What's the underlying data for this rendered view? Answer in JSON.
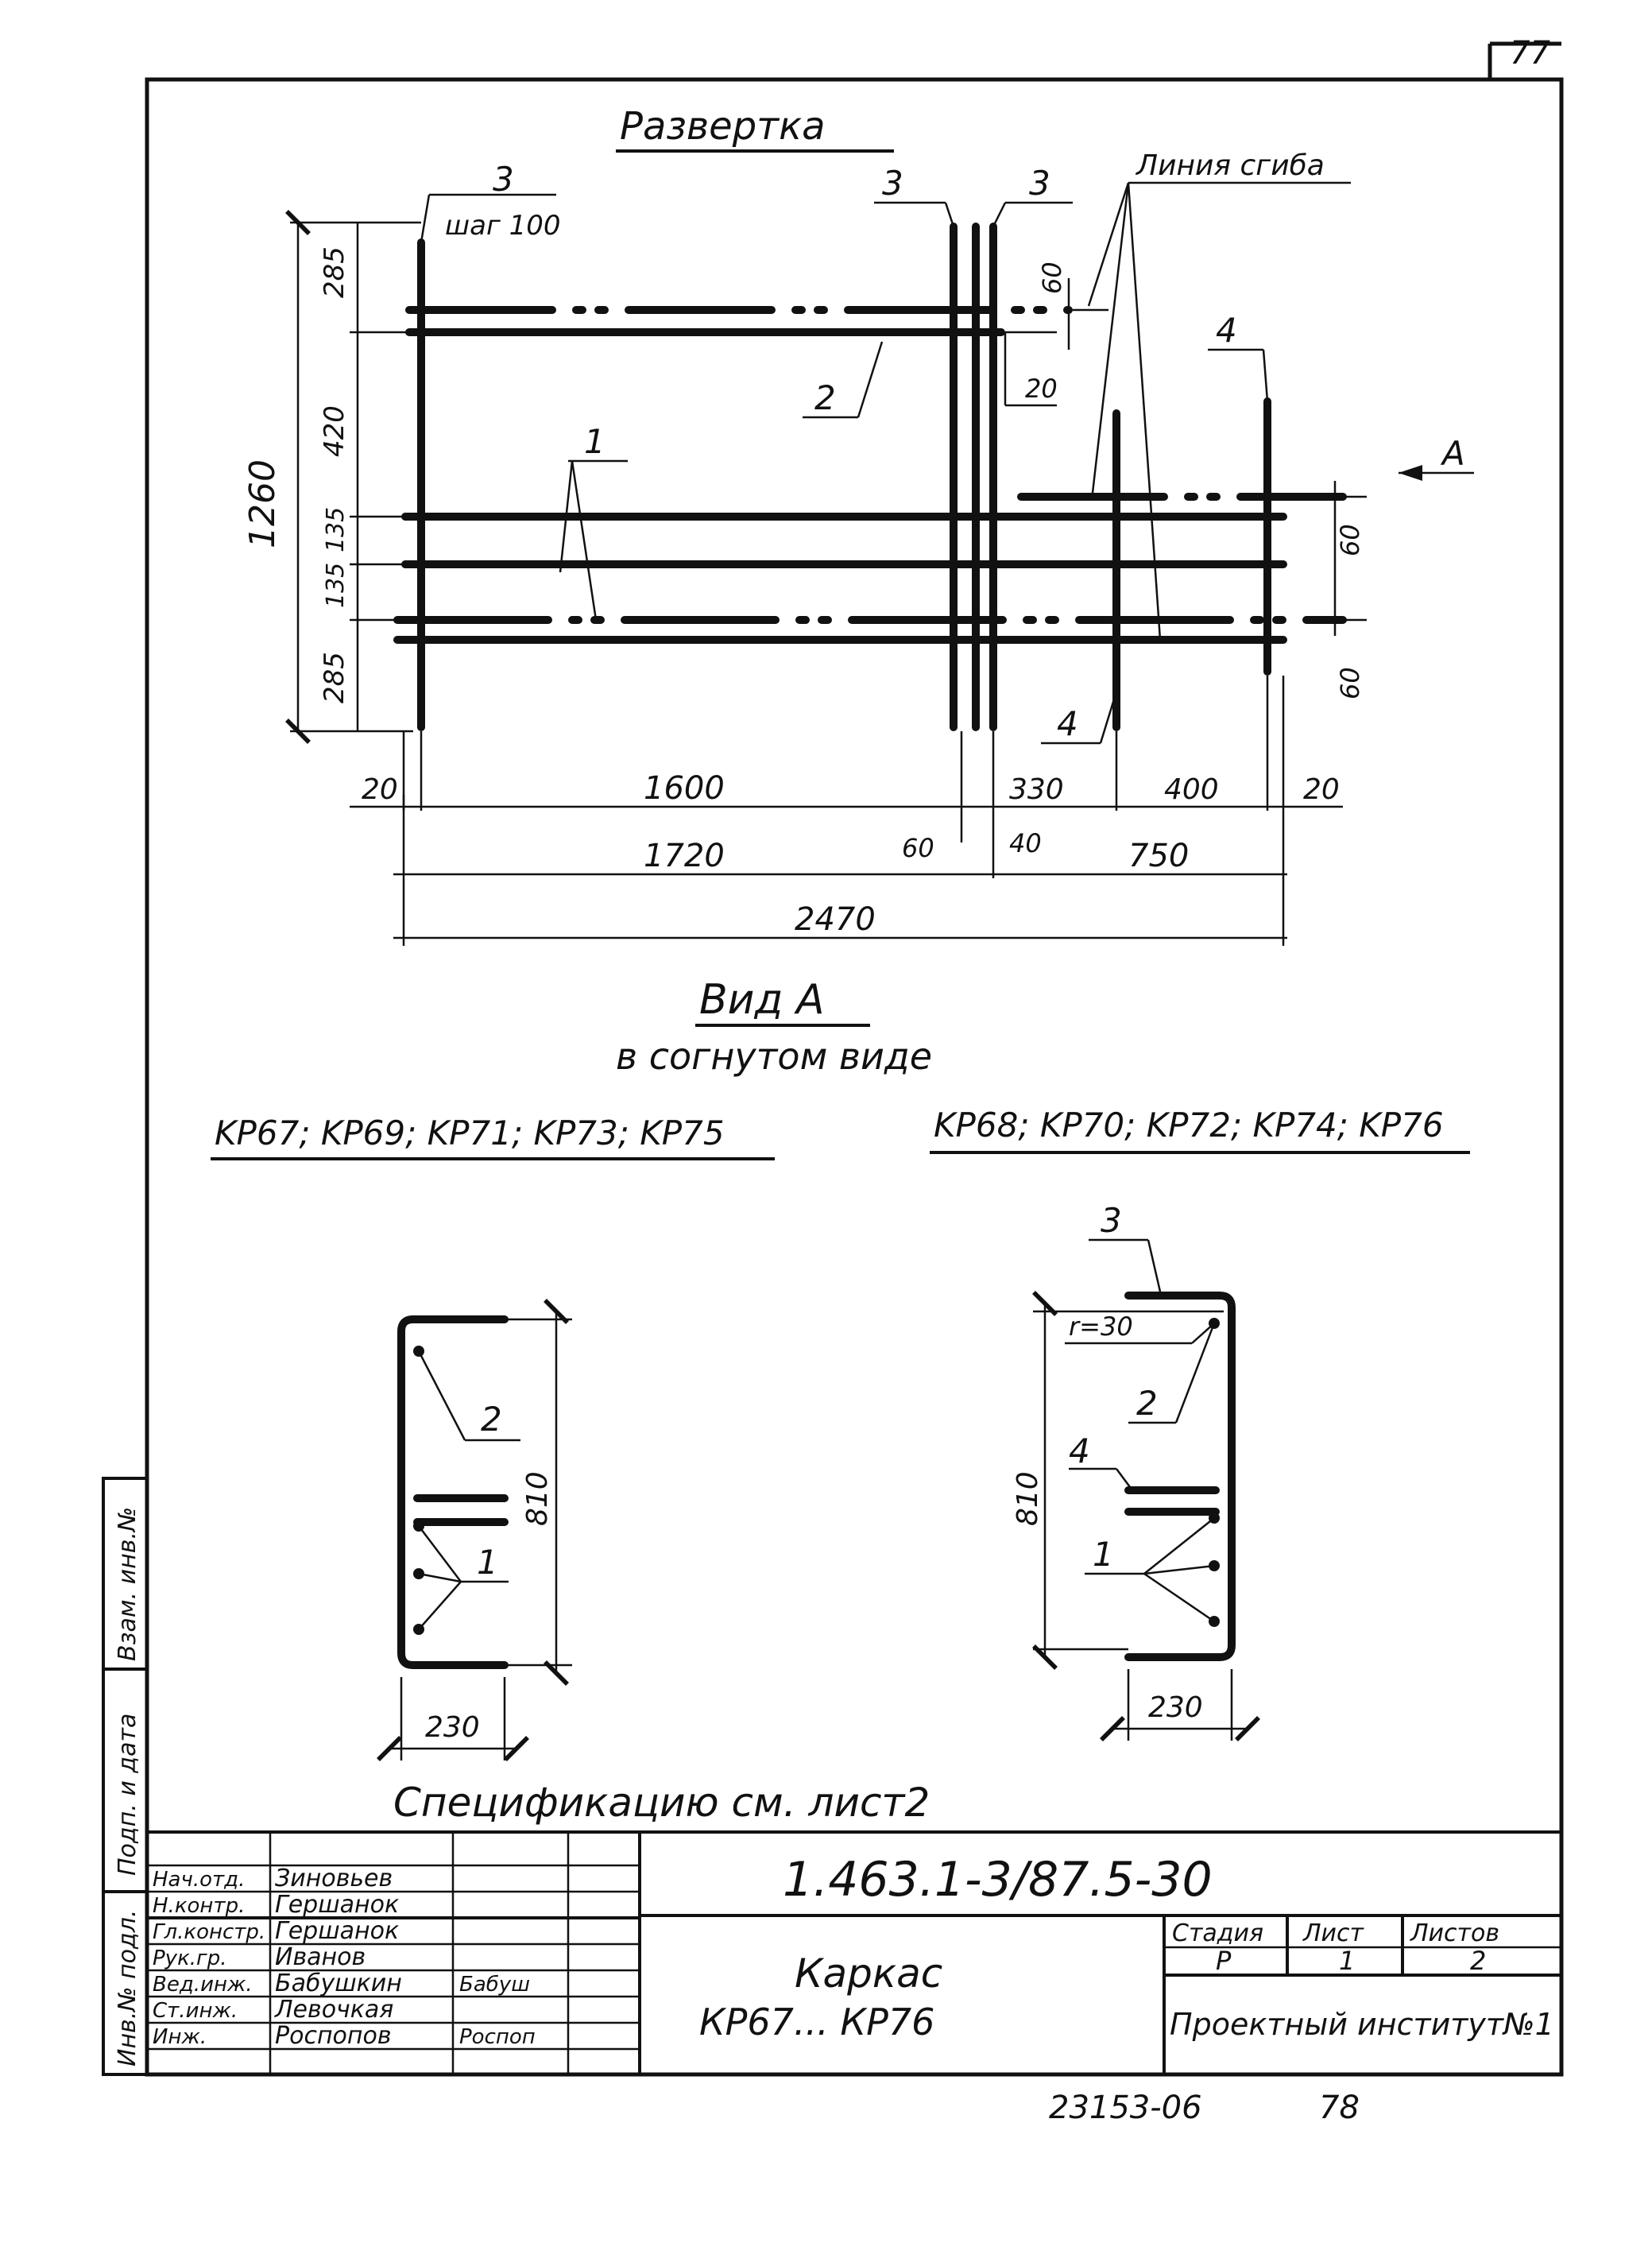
{
  "sheet": {
    "corner_number": "77"
  },
  "development": {
    "title": "Развертка",
    "step_label": "шаг 100",
    "bend_line_label": "Линия сгиба",
    "view_arrow_label": "A",
    "position_marks": {
      "p1": "1",
      "p2": "2",
      "p3a": "3",
      "p3b": "3",
      "p3c": "3",
      "p4a": "4",
      "p4b": "4"
    },
    "dims": {
      "total_height": "1260",
      "v285_top": "285",
      "v420": "420",
      "v135a": "135",
      "v135b": "135",
      "v285_bottom": "285",
      "v60_top": "60",
      "v20": "20",
      "v60_mid": "60",
      "v60_bottom": "60",
      "h20_left": "20",
      "h1600": "1600",
      "h330": "330",
      "h400": "400",
      "h20_right": "20",
      "h60": "60",
      "h40": "40",
      "h1720": "1720",
      "h750": "750",
      "h2470": "2470"
    }
  },
  "view_a": {
    "title": "Вид A",
    "subtitle": "в согнутом виде",
    "left_group": "KP67; KP69; KP71; KP73; KP75",
    "right_group": "KP68; KP70; KP72; KP74; KP76",
    "left": {
      "height": "810",
      "width": "230",
      "mark2": "2",
      "mark1": "1"
    },
    "right": {
      "height": "810",
      "width": "230",
      "radius": "r=30",
      "mark3": "3",
      "mark2": "2",
      "mark4": "4",
      "mark1": "1"
    }
  },
  "spec_note": "Спецификацию см. лист2",
  "side_stamp": {
    "f1": "Взам. инв.№",
    "f2": "Подп. и дата",
    "f3": "Инв.№ подл."
  },
  "title_block": {
    "doc_code": "1.463.1-3/87.5-30",
    "rows": [
      {
        "role": "Нач.отд.",
        "name": "Зиновьев",
        "sign": ""
      },
      {
        "role": "Н.контр.",
        "name": "Гершанок",
        "sign": ""
      },
      {
        "role": "Гл.констр.",
        "name": "Гершанок",
        "sign": ""
      },
      {
        "role": "Рук.гр.",
        "name": "Иванов",
        "sign": ""
      },
      {
        "role": "Вед.инж.",
        "name": "Бабушкин",
        "sign": "Бабуш"
      },
      {
        "role": "Ст.инж.",
        "name": "Левочкая",
        "sign": ""
      },
      {
        "role": "Инж.",
        "name": "Роспопов",
        "sign": "Роспоп"
      }
    ],
    "product_name_1": "Каркас",
    "product_name_2": "КР67... КР76",
    "stage_header": "Стадия",
    "sheet_header": "Лист",
    "sheets_header": "Листов",
    "stage_value": "Р",
    "sheet_value": "1",
    "sheets_value": "2",
    "organization": "Проектный институт№1"
  },
  "footer": {
    "archive_number": "23153-06",
    "page_number": "78"
  }
}
